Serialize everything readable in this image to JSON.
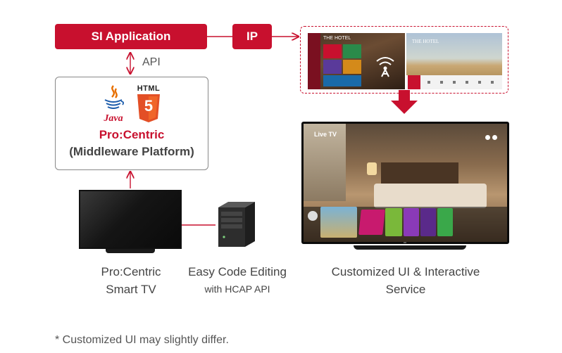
{
  "si_application": {
    "label": "SI Application"
  },
  "ip": {
    "label": "IP"
  },
  "api": {
    "label": "API"
  },
  "middleware": {
    "java_label": "Java",
    "html5_label": "HTML",
    "html5_mark": "5",
    "product": "Pro:Centric",
    "subtitle": "(Middleware Platform)"
  },
  "smart_tv": {
    "line1": "Pro:Centric",
    "line2": "Smart TV"
  },
  "code_editing": {
    "line1": "Easy Code Editing",
    "line2": "with HCAP API"
  },
  "customized_ui": {
    "line1": "Customized UI & Interactive",
    "line2": "Service"
  },
  "preview": {
    "hotel_name_1": "THE HOTEL",
    "hotel_name_2": "THE HOTEL",
    "live_tv": "Live TV"
  },
  "footnote": "* Customized UI may slightly differ.",
  "colors": {
    "accent": "#c8102e",
    "text": "#444444",
    "border": "#888888"
  }
}
